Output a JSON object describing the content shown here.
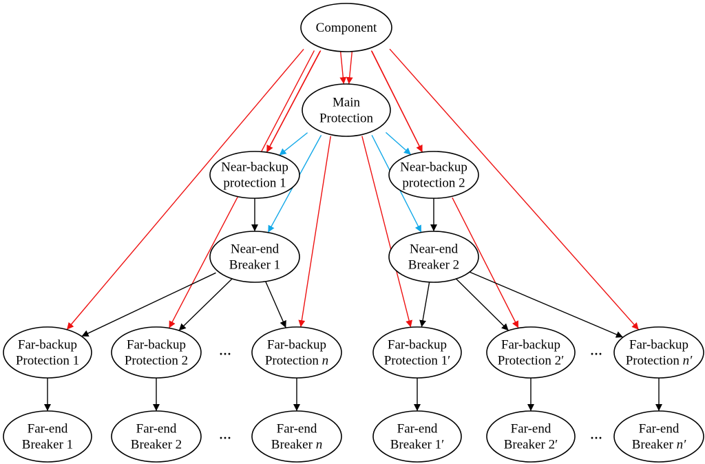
{
  "colors": {
    "black": "#000000",
    "red": "#ee1111",
    "blue": "#12a8e8"
  },
  "nodes": {
    "component": {
      "lines": [
        "Component"
      ]
    },
    "main": {
      "lines": [
        "Main",
        "Protection"
      ]
    },
    "near_backup_1": {
      "lines": [
        "Near-backup",
        "protection 1"
      ]
    },
    "near_backup_2": {
      "lines": [
        "Near-backup",
        "protection 2"
      ]
    },
    "near_breaker_1": {
      "lines": [
        "Near-end",
        "Breaker 1"
      ]
    },
    "near_breaker_2": {
      "lines": [
        "Near-end",
        "Breaker 2"
      ]
    },
    "far_backup_1": {
      "lines": [
        "Far-backup",
        "Protection 1"
      ]
    },
    "far_backup_2": {
      "lines": [
        "Far-backup",
        "Protection 2"
      ]
    },
    "far_backup_n": {
      "lines": [
        "Far-backup",
        "Protection n"
      ]
    },
    "far_backup_1p": {
      "lines": [
        "Far-backup",
        "Protection 1′"
      ]
    },
    "far_backup_2p": {
      "lines": [
        "Far-backup",
        "Protection 2′"
      ]
    },
    "far_backup_np": {
      "lines": [
        "Far-backup",
        "Protection n′"
      ]
    },
    "far_breaker_1": {
      "lines": [
        "Far-end",
        "Breaker 1"
      ]
    },
    "far_breaker_2": {
      "lines": [
        "Far-end",
        "Breaker 2"
      ]
    },
    "far_breaker_n": {
      "lines": [
        "Far-end",
        "Breaker n"
      ]
    },
    "far_breaker_1p": {
      "lines": [
        "Far-end",
        "Breaker 1′"
      ]
    },
    "far_breaker_2p": {
      "lines": [
        "Far-end",
        "Breaker 2′"
      ]
    },
    "far_breaker_np": {
      "lines": [
        "Far-end",
        "Breaker n′"
      ]
    }
  },
  "ellipsis": "···"
}
